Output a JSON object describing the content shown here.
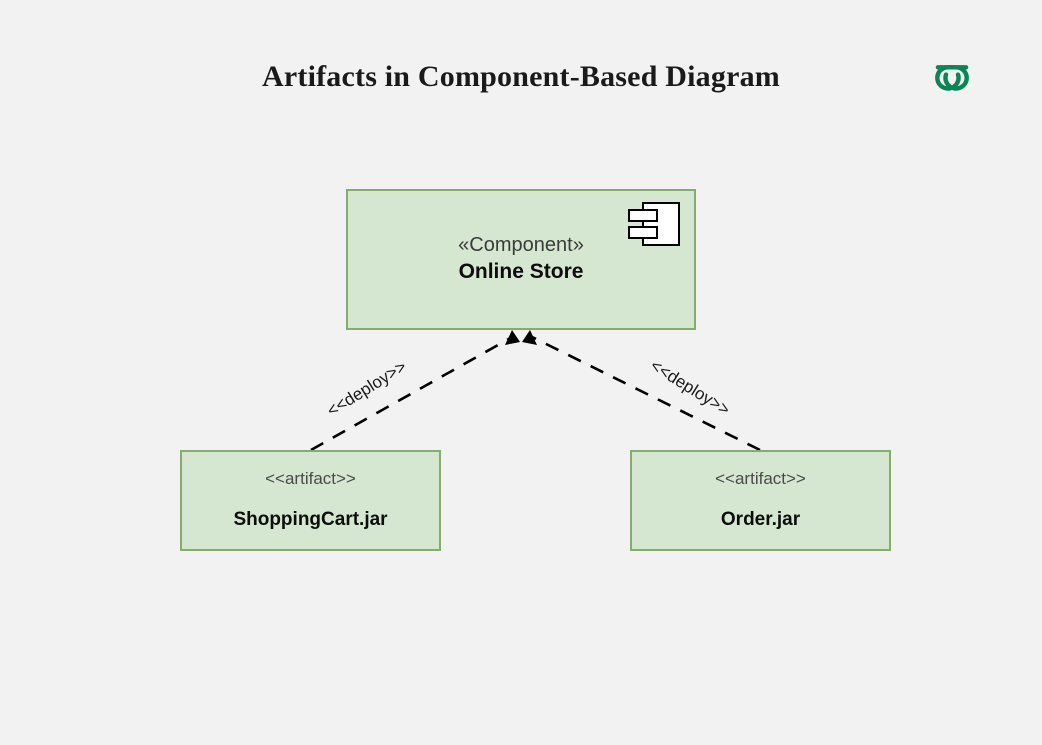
{
  "page": {
    "title": "Artifacts in Component-Based Diagram",
    "background_color": "#f2f2f2"
  },
  "logo": {
    "name": "geeksforgeeks-logo",
    "color": "#0b8457"
  },
  "diagram": {
    "type": "uml-component-diagram",
    "fill_color": "#d5e7d1",
    "border_color": "#82ad6a",
    "nodes": [
      {
        "id": "online-store",
        "kind": "component",
        "stereotype": "«Component»",
        "name": "Online Store",
        "icon": "uml-component-icon"
      },
      {
        "id": "shopping-cart-jar",
        "kind": "artifact",
        "stereotype": "<<artifact>>",
        "name": "ShoppingCart.jar"
      },
      {
        "id": "order-jar",
        "kind": "artifact",
        "stereotype": "<<artifact>>",
        "name": "Order.jar"
      }
    ],
    "edges": [
      {
        "id": "deploy-shopping-cart",
        "label": "<<deploy>>",
        "from": "shopping-cart-jar",
        "to": "online-store",
        "style": "dashed",
        "arrowhead": "filled"
      },
      {
        "id": "deploy-order",
        "label": "<<deploy>>",
        "from": "order-jar",
        "to": "online-store",
        "style": "dashed",
        "arrowhead": "filled"
      }
    ]
  }
}
